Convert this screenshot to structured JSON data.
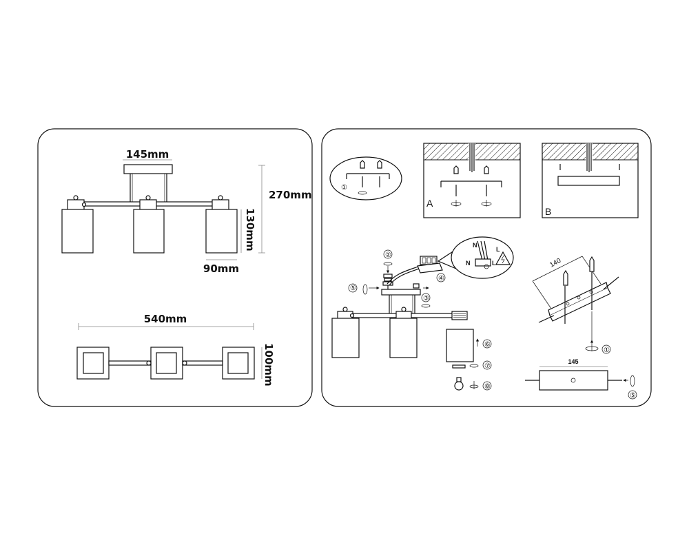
{
  "dimensions": {
    "top_width": "145mm",
    "height": "270mm",
    "shade_height": "130mm",
    "shade_width": "90mm",
    "total_length": "540mm",
    "depth": "100mm"
  },
  "install_labels": {
    "variant_a": "A",
    "variant_b": "B",
    "bracket_length": "140",
    "plate_length": "145"
  },
  "steps": [
    "①",
    "②",
    "③",
    "④",
    "⑤",
    "⑥",
    "⑦",
    "⑧",
    "⑤"
  ],
  "wiring": {
    "neutral": "N",
    "live": "L",
    "neutral2": "N",
    "live2": "L"
  }
}
